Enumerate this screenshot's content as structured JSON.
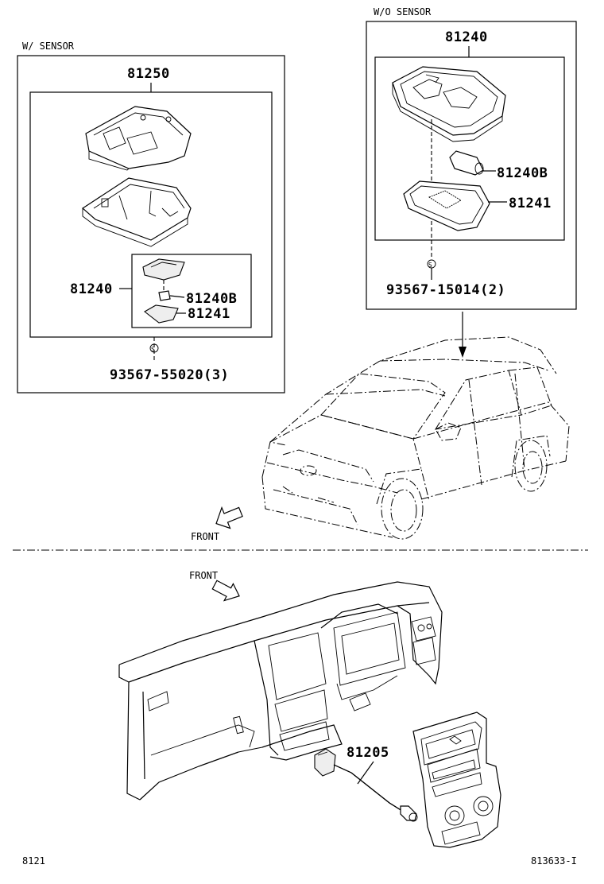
{
  "top_left": {
    "variant_label": "W/ SENSOR",
    "assembly_part": "81250",
    "sub_assembly_part": "81240",
    "bulb_part": "81240B",
    "lens_part": "81241",
    "screw_part": "93567-55020(3)"
  },
  "top_right": {
    "variant_label": "W/O SENSOR",
    "assembly_part": "81240",
    "bulb_part": "81240B",
    "lens_part": "81241",
    "screw_part": "93567-15014(2)"
  },
  "vehicle_front_label": "FRONT",
  "dashboard_front_label": "FRONT",
  "sensor_part": "81205",
  "footer": {
    "page_code": "8121",
    "figure_code": "813633-I"
  }
}
